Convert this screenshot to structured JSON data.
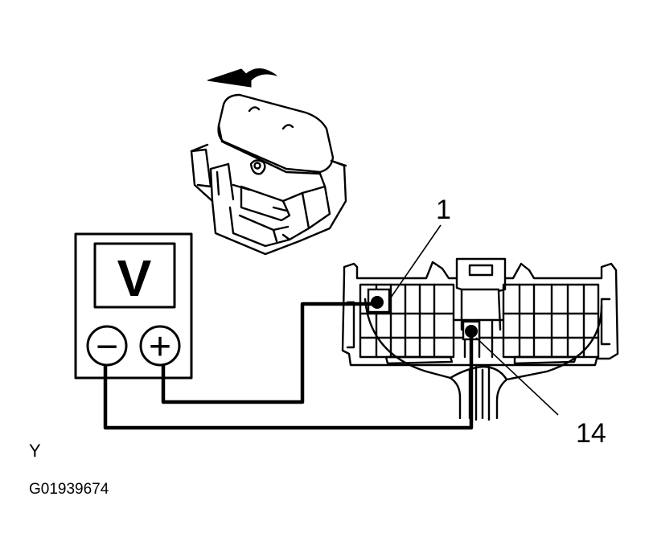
{
  "meter": {
    "display_label": "V",
    "negative_symbol": "−",
    "positive_symbol": "+"
  },
  "callouts": {
    "terminal_1": "1",
    "terminal_14": "14"
  },
  "footer": {
    "view_code": "Y",
    "figure_id": "G01939674"
  }
}
